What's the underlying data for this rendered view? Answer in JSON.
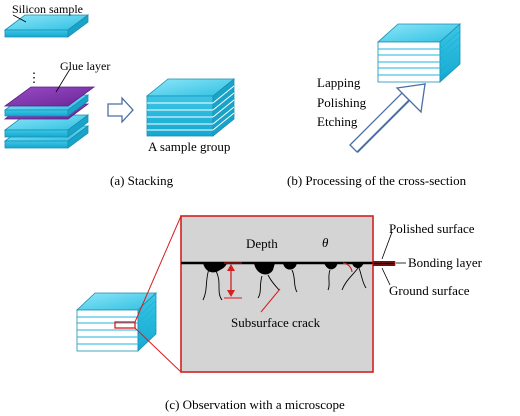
{
  "panel_a": {
    "label_silicon_sample": "Silicon sample",
    "label_glue_layer": "Glue layer",
    "ellipsis": "⋮",
    "label_sample_group": "A sample group",
    "caption": "(a) Stacking"
  },
  "panel_b": {
    "steps": [
      "Lapping",
      "Polishing",
      "Etching"
    ],
    "caption": "(b) Processing of the cross-section"
  },
  "panel_c": {
    "label_depth": "Depth",
    "label_theta": "θ",
    "label_subsurface_crack": "Subsurface crack",
    "label_polished_surface": "Polished surface",
    "label_bonding_layer": "Bonding layer",
    "label_ground_surface": "Ground surface",
    "caption": "(c) Observation with a microscope"
  },
  "colors": {
    "sample_top": "#5fd3ef",
    "sample_side": "#1fb6dc",
    "glue": "#7a2fa8",
    "glue_edge": "#5b1f86",
    "detail_border": "#d42020",
    "detail_bg": "#d4d4d4",
    "annotation_red": "#d42020"
  }
}
